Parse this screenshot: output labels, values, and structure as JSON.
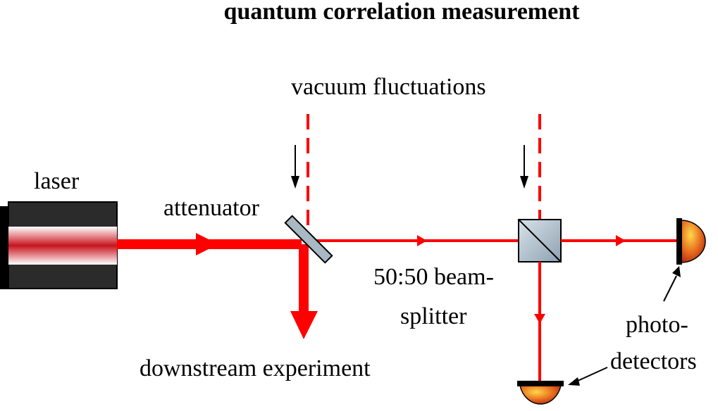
{
  "title": "quantum correlation measurement",
  "labels": {
    "laser": "laser",
    "attenuator": "attenuator",
    "vacuum": "vacuum fluctuations",
    "beamsplitter_line1": "50:50 beam-",
    "beamsplitter_line2": "splitter",
    "downstream": "downstream experiment",
    "photo_line1": "photo-",
    "photo_line2": "detectors"
  },
  "colors": {
    "beam": "#ff0000",
    "laser_body": "#2b2b2b",
    "detector": "#d9541e",
    "beamsplitter": "#a8b8c4"
  }
}
